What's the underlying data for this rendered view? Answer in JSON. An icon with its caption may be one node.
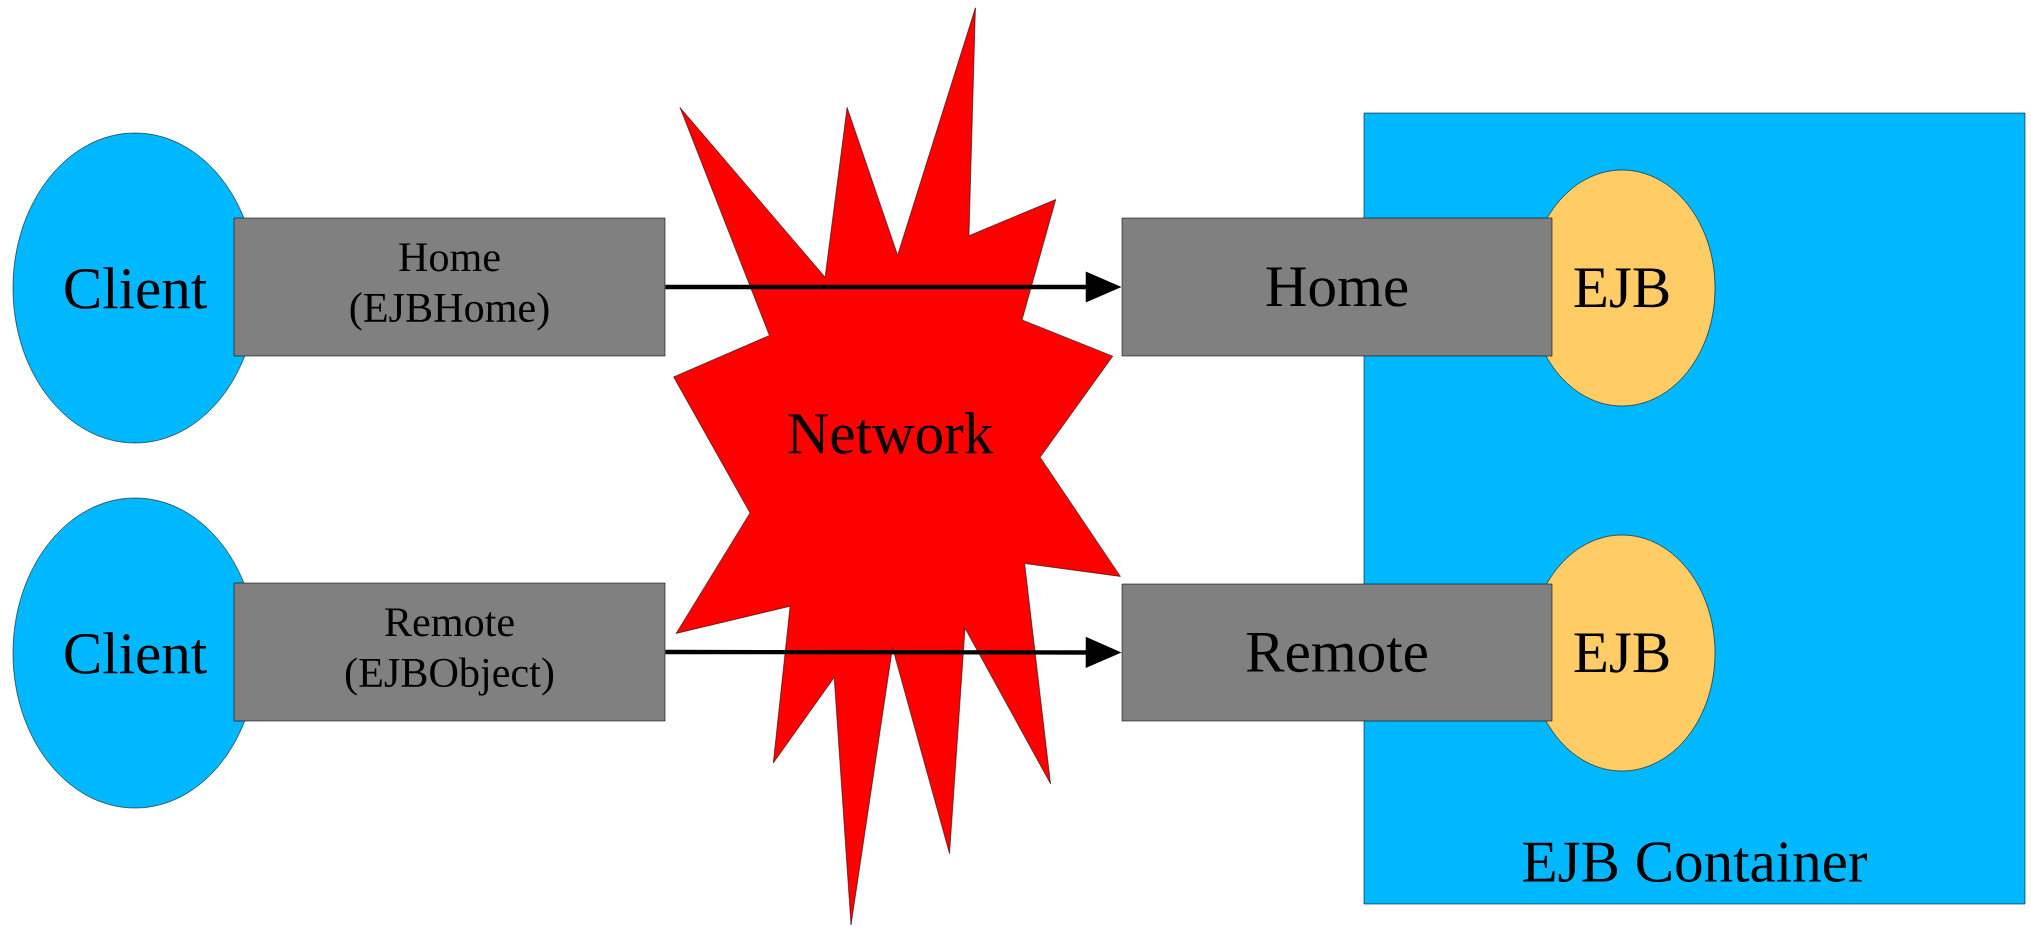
{
  "diagram": {
    "nodes": [
      {
        "text": [
          "Client"
        ]
      },
      {
        "text": [
          "Home (EJBHome)"
        ]
      },
      {
        "text": [
          "Client"
        ]
      },
      {
        "text": [
          "Remote (EJBObject)"
        ]
      },
      {
        "text": [
          "Network"
        ]
      },
      {
        "text": [
          "EJB Container"
        ]
      },
      {
        "text": [
          "Home"
        ]
      },
      {
        "text": [
          "EJB"
        ],
        "in": 5
      },
      {
        "text": [
          "Remote"
        ]
      },
      {
        "text": [
          "EJB"
        ],
        "in": 5
      }
    ],
    "edges": [
      {
        "from": 1,
        "to": 6,
        "arrow": "to"
      },
      {
        "from": 3,
        "to": 8,
        "arrow": "to"
      }
    ]
  }
}
